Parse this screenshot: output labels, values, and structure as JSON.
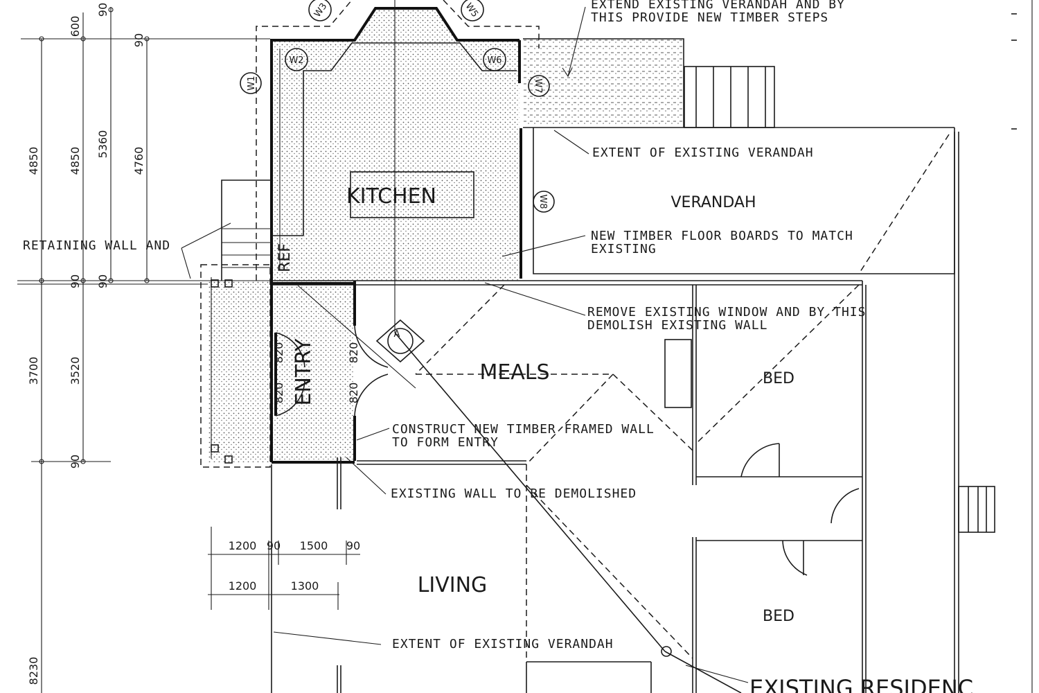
{
  "rooms": {
    "kitchen": "KITCHEN",
    "verandah": "VERANDAH",
    "meals": "MEALS",
    "entry": "ENTRY",
    "living": "LIVING",
    "bed_upper": "BED",
    "bed_lower": "BED",
    "ref": "REF"
  },
  "notes": {
    "extend_verandah_1": "EXTEND EXISTING VERANDAH AND BY",
    "extend_verandah_2": "THIS PROVIDE NEW TIMBER STEPS",
    "extent_existing_verandah_top": "EXTENT OF EXISTING VERANDAH",
    "floor_boards_1": "NEW TIMBER FLOOR BOARDS TO MATCH",
    "floor_boards_2": "EXISTING",
    "retaining_wall": "RETAINING WALL AND",
    "remove_window_1": "REMOVE EXISTING WINDOW AND BY THIS",
    "remove_window_2": "DEMOLISH EXISTING WALL",
    "construct_wall_1": "CONSTRUCT NEW TIMBER FRAMED WALL",
    "construct_wall_2": "TO FORM ENTRY",
    "existing_wall_demolished": "EXISTING WALL TO BE DEMOLISHED",
    "extent_existing_verandah_bottom": "EXTENT OF EXISTING VERANDAH",
    "existing_residence": "EXISTING RESIDENC"
  },
  "windows": [
    "W1",
    "W2",
    "W3",
    "W5",
    "W6",
    "W7",
    "W8"
  ],
  "section_marker": "A",
  "dimensions": {
    "col1": [
      "4850",
      "3700",
      "8230"
    ],
    "col2": [
      "600",
      "4850",
      "90",
      "3520",
      "90"
    ],
    "col3": [
      "90",
      "5360",
      "90"
    ],
    "col4": [
      "90",
      "4760"
    ],
    "door_widths": [
      "820",
      "820",
      "820",
      "820"
    ],
    "row_top": [
      "1200",
      "90",
      "1500",
      "90"
    ],
    "row_bottom": [
      "1200",
      "1300"
    ]
  }
}
